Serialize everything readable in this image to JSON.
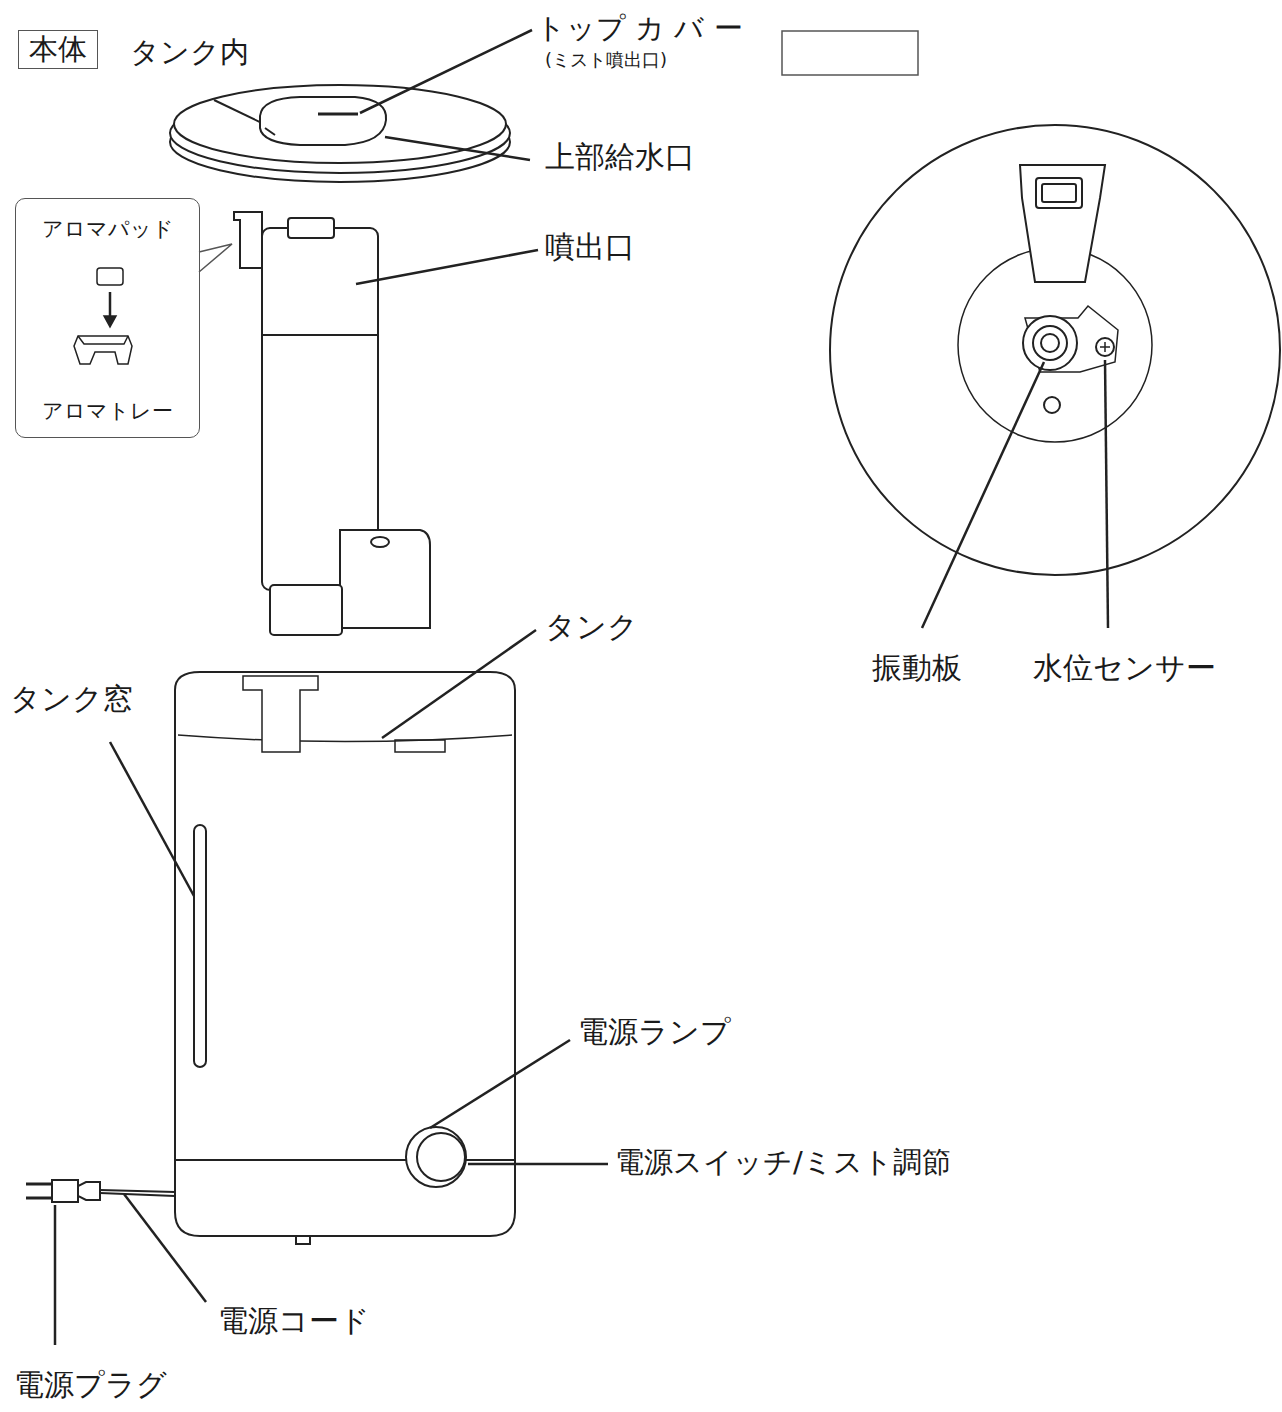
{
  "diagram": {
    "nodes": [
      {
        "text": [
          "本体"
        ]
      },
      {
        "text": [
          "アロマパッド",
          "アロマトレー"
        ]
      }
    ],
    "labels": [
      "タンク内",
      "トップ カ バ ー",
      "(ミスト噴出口)",
      "上部給水口",
      "噴出口",
      "タンク",
      "タンク窓",
      "電源ランプ",
      "電源スイッチ/ミスト調節",
      "電源コード",
      "電源プラグ",
      "振動板",
      "水位センサー"
    ]
  }
}
